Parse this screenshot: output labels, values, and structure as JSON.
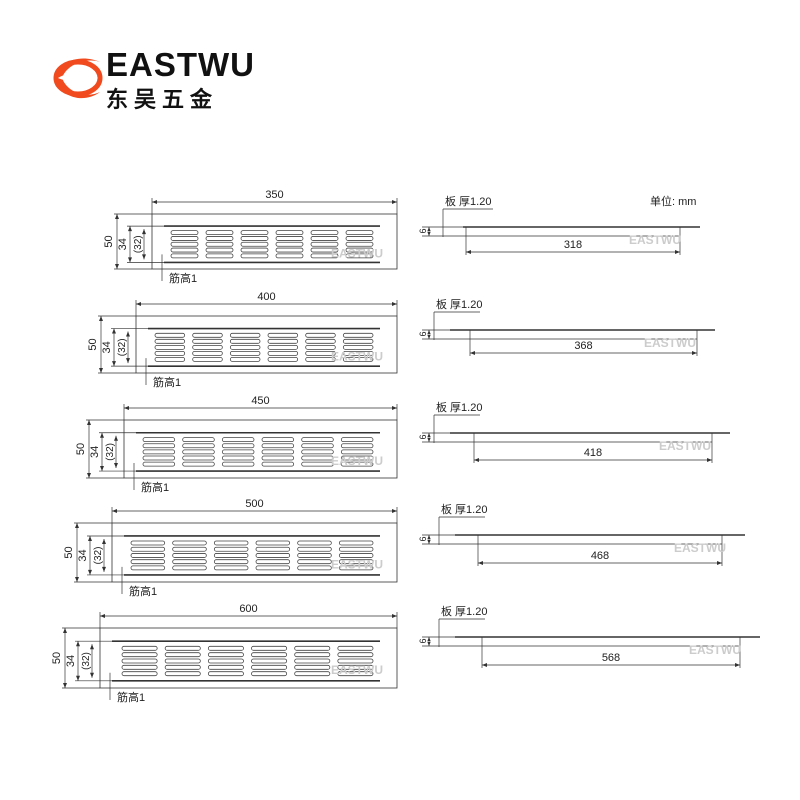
{
  "brand": {
    "name": "EASTWU",
    "name_cn": "东吴五金",
    "accent": "#f04a1e"
  },
  "unit_label": "单位: mm",
  "watermark": "EASTWU",
  "common": {
    "height": "50",
    "inner_height": "34",
    "slot_height": "(32)",
    "rib_label": "筋高1",
    "thickness_label": "板 厚1.20",
    "side_height": "6"
  },
  "models": [
    {
      "length": "350",
      "slot_span": "318"
    },
    {
      "length": "400",
      "slot_span": "368"
    },
    {
      "length": "450",
      "slot_span": "418"
    },
    {
      "length": "500",
      "slot_span": "468"
    },
    {
      "length": "600",
      "slot_span": "568"
    }
  ]
}
